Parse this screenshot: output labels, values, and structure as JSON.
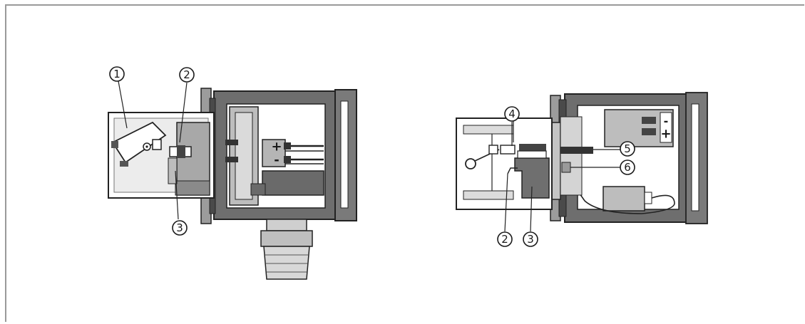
{
  "left_view": {
    "callouts": [
      "1",
      "2",
      "3"
    ],
    "terminal_signs": {
      "plus": "+",
      "minus": "-"
    }
  },
  "right_view": {
    "callouts": [
      "4",
      "5",
      "6",
      "2",
      "3"
    ],
    "terminal_signs": {
      "minus": "-",
      "plus": "+"
    }
  }
}
